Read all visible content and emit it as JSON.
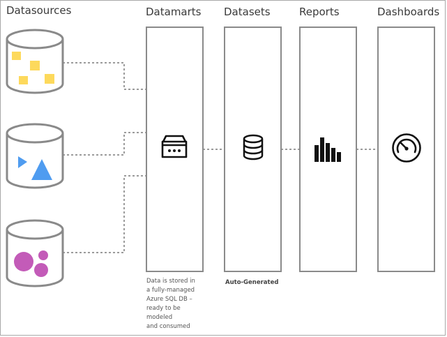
{
  "headings": {
    "datasources": "Datasources",
    "datamarts": "Datamarts",
    "datasets": "Datasets",
    "reports": "Reports",
    "dashboards": "Dashboards"
  },
  "datamarts_note": [
    "Data is stored in",
    "a fully-managed",
    "Azure SQL DB –",
    "ready to be",
    "modeled",
    "and consumed"
  ],
  "datasets_note": "Auto-Generated",
  "colors": {
    "frame": "#a8a8a8",
    "outline": "#8a8a8a",
    "connector": "#7a7a7a",
    "yellow": "#fdd95c",
    "blue": "#4f9cf0",
    "magenta": "#c35bb8",
    "icon": "#111111"
  },
  "icons": {
    "datasource_1": "database-squares-icon",
    "datasource_2": "database-shapes-icon",
    "datasource_3": "database-circles-icon",
    "datamarts": "storefront-icon",
    "datasets": "database-icon",
    "reports": "bar-chart-icon",
    "dashboards": "gauge-icon"
  }
}
